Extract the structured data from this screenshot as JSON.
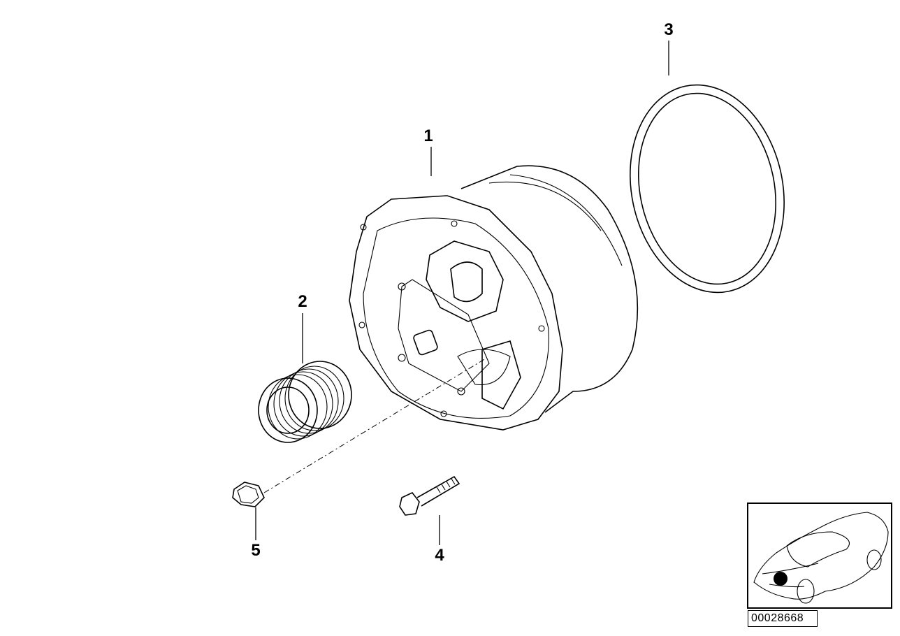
{
  "diagram": {
    "callouts": [
      {
        "number": "1",
        "part": "alternator"
      },
      {
        "number": "2",
        "part": "pulley"
      },
      {
        "number": "3",
        "part": "ring"
      },
      {
        "number": "4",
        "part": "bolt"
      },
      {
        "number": "5",
        "part": "nut"
      }
    ],
    "diagram_number": "00028668"
  }
}
